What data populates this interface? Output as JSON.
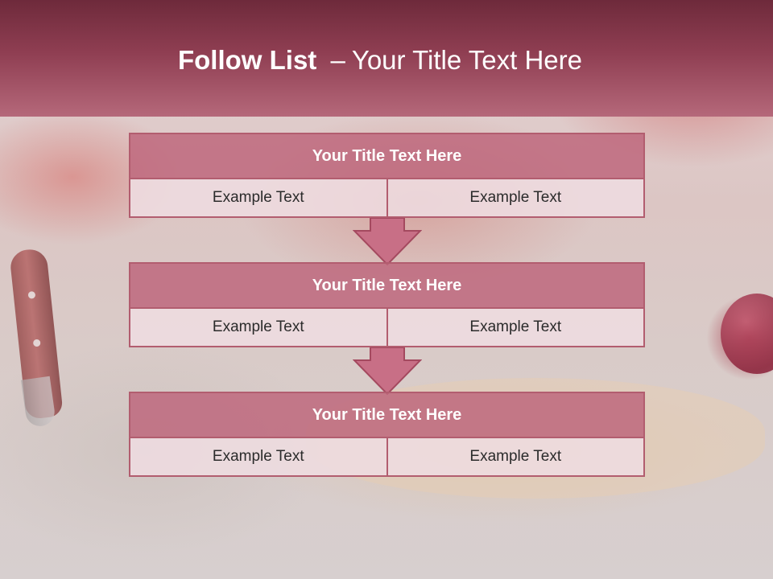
{
  "slide": {
    "title_bold": "Follow List",
    "title_separator": "–",
    "title_rest": "Your Title Text Here"
  },
  "blocks": [
    {
      "title": "Your Title Text Here",
      "left": "Example Text",
      "right": "Example Text"
    },
    {
      "title": "Your Title Text Here",
      "left": "Example Text",
      "right": "Example Text"
    },
    {
      "title": "Your Title Text Here",
      "left": "Example Text",
      "right": "Example Text"
    }
  ],
  "colors": {
    "header_top": "#6e2a3b",
    "header_bottom": "#b5687a",
    "block_header": "#be667c",
    "block_border": "#b25d6f",
    "block_cell": "#eedce0",
    "arrow_fill": "#c86f86"
  },
  "icons": [
    "down-arrow-icon",
    "down-arrow-icon"
  ]
}
